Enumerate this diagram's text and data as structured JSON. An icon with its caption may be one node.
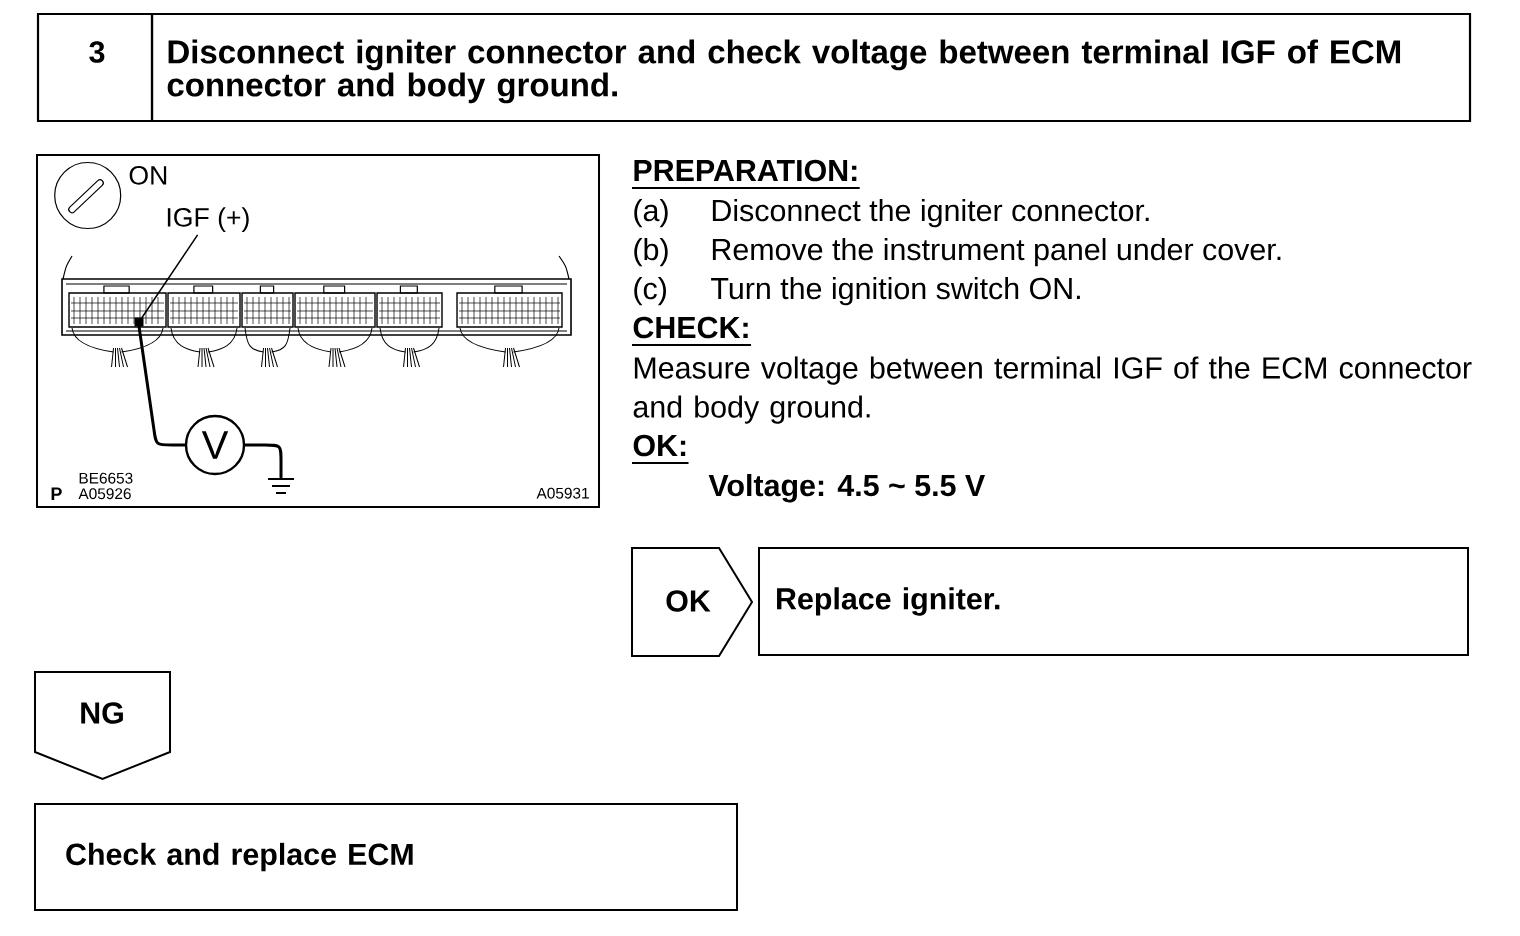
{
  "diagram": {
    "nodes": [
      {
        "text": [
          "3",
          "Disconnect igniter connector and check voltage between terminal IGF of ECM connector and body ground."
        ]
      },
      {
        "text": [],
        "shape": "picture"
      },
      {
        "text": [
          "IGF (+)"
        ],
        "in": 1
      },
      {
        "text": [],
        "shape": "box",
        "in": 1
      },
      {
        "text": [
          "V"
        ],
        "in": 1
      },
      {
        "text": [],
        "shape": "ground",
        "in": 1
      },
      {
        "text": [
          "OK"
        ]
      },
      {
        "text": [
          "Replace igniter."
        ]
      },
      {
        "text": [
          "NG"
        ]
      },
      {
        "text": [
          "Check and replace ECM"
        ]
      }
    ],
    "edges": [
      {
        "from": 2,
        "to": 3,
        "arrow": "none"
      },
      {
        "from": 3,
        "to": 4,
        "arrow": "none"
      },
      {
        "from": 4,
        "to": 5,
        "arrow": "none"
      }
    ],
    "labels": [
      "ON",
      "BE6653",
      "P",
      "A05926",
      "A05931",
      "PREPARATION:",
      "(a)",
      "Disconnect the igniter connector.",
      "(b)",
      "Remove the instrument panel under cover.",
      "(c)",
      "Turn the ignition switch ON.",
      "CHECK:",
      "Measure voltage between terminal IGF of the ECM connector and body ground.",
      "OK:",
      "Voltage: 4.5 ~ 5.5 V"
    ]
  }
}
